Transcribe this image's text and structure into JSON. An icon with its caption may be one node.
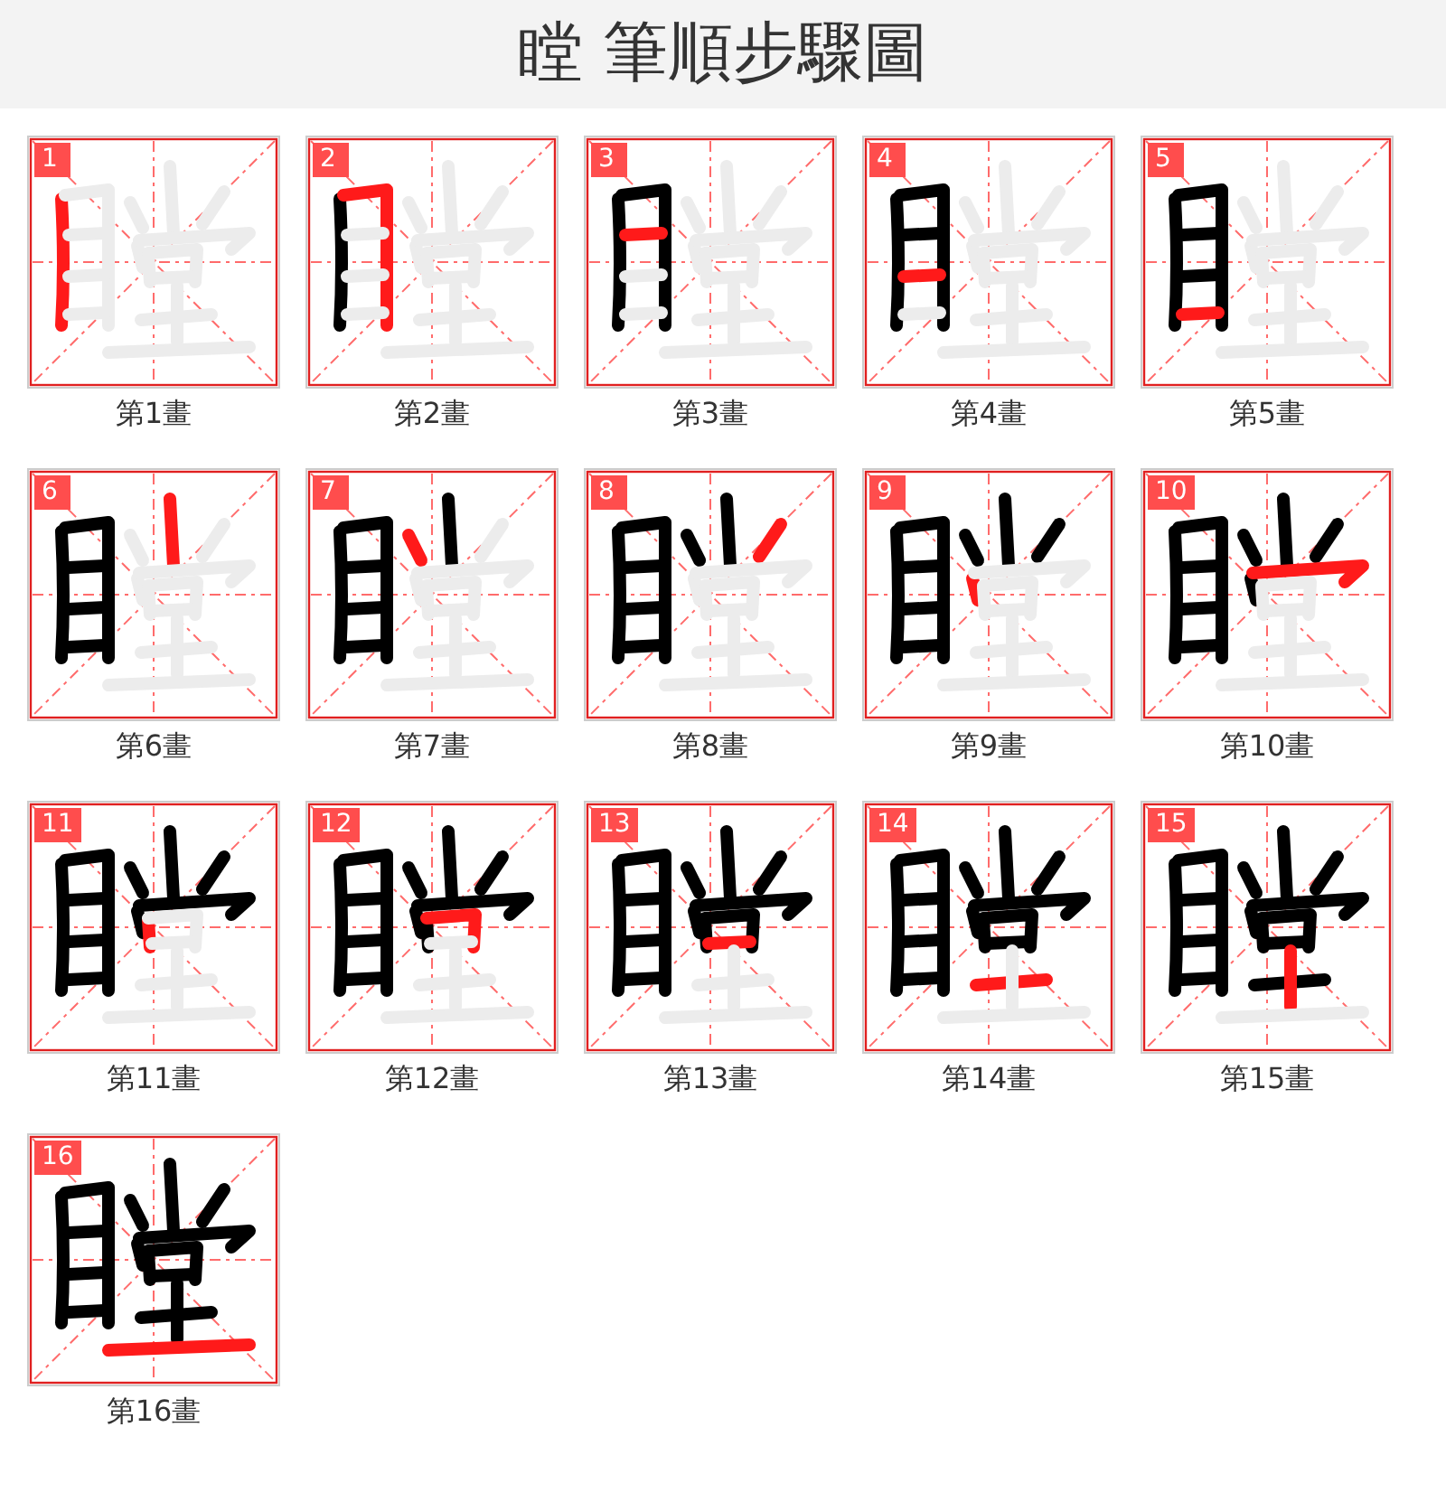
{
  "diagram": {
    "title": "瞠 筆順步驟圖",
    "nodes": [
      {
        "text": [
          "1"
        ],
        "beside": [
          "第1畫"
        ]
      },
      {
        "text": [
          "2"
        ],
        "beside": [
          "第2畫"
        ]
      },
      {
        "text": [
          "3"
        ],
        "beside": [
          "第3畫"
        ]
      },
      {
        "text": [
          "4"
        ],
        "beside": [
          "第4畫"
        ]
      },
      {
        "text": [
          "5"
        ],
        "beside": [
          "第5畫"
        ]
      },
      {
        "text": [
          "6"
        ],
        "beside": [
          "第6畫"
        ]
      },
      {
        "text": [
          "7"
        ],
        "beside": [
          "第7畫"
        ]
      },
      {
        "text": [
          "8"
        ],
        "beside": [
          "第8畫"
        ]
      },
      {
        "text": [
          "9"
        ],
        "beside": [
          "第9畫"
        ]
      },
      {
        "text": [
          "10"
        ],
        "beside": [
          "第10畫"
        ]
      },
      {
        "text": [
          "11"
        ],
        "beside": [
          "第11畫"
        ]
      },
      {
        "text": [
          "12"
        ],
        "beside": [
          "第12畫"
        ]
      },
      {
        "text": [
          "13"
        ],
        "beside": [
          "第13畫"
        ]
      },
      {
        "text": [
          "14"
        ],
        "beside": [
          "第14畫"
        ]
      },
      {
        "text": [
          "15"
        ],
        "beside": [
          "第15畫"
        ]
      },
      {
        "text": [
          "16"
        ],
        "beside": [
          "第16畫"
        ]
      }
    ]
  }
}
